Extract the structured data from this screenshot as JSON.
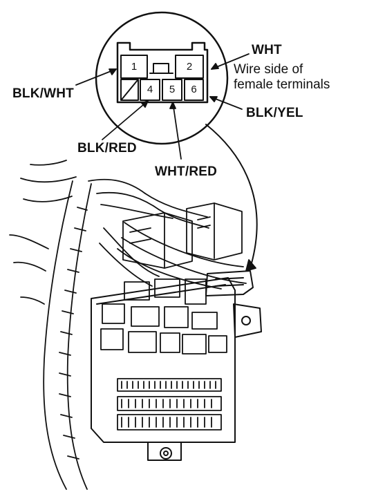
{
  "connector": {
    "pins": [
      "1",
      "2",
      "4",
      "5",
      "6"
    ]
  },
  "labels": {
    "wht": "WHT",
    "note_line1": "Wire side of",
    "note_line2": "female terminals",
    "blk_wht": "BLK/WHT",
    "blk_yel": "BLK/YEL",
    "blk_red": "BLK/RED",
    "wht_red": "WHT/RED"
  }
}
